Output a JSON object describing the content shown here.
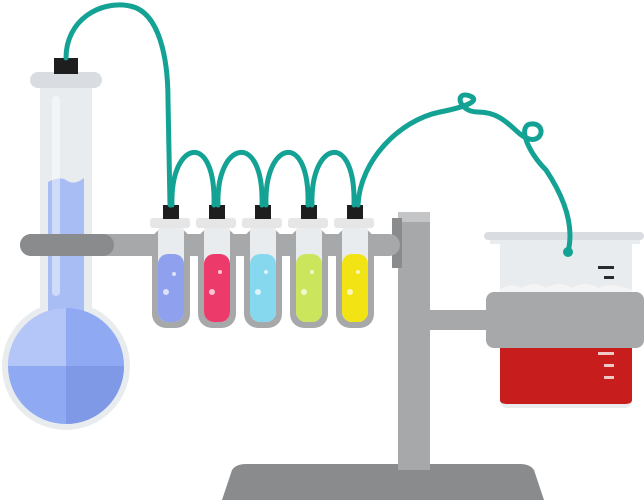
{
  "illustration": {
    "subject_icons": [
      "round-bottom-flask-icon",
      "test-tube-icon",
      "beaker-icon",
      "lab-stand-icon",
      "tubing-icon"
    ],
    "colors": {
      "background": "#ffffff",
      "stand_dark": "#8a8b8d",
      "stand_mid": "#a7a8aa",
      "stand_light": "#c4c5c7",
      "glass": "#e9ecef",
      "glass_edge": "#c9ced3",
      "stopper": "#1e1e1e",
      "tube_cap": "#e6e6e6",
      "tubing": "#13a294",
      "flask_liquid": "#8fa9f2",
      "flask_liquid_light": "#b9ccf7",
      "beaker_liquid": "#c81d1d",
      "beaker_foam": "#f4f4f4"
    },
    "test_tubes": [
      {
        "name": "test-tube-blue",
        "liquid_color": "#8fa0ee"
      },
      {
        "name": "test-tube-pink",
        "liquid_color": "#ec3b6a"
      },
      {
        "name": "test-tube-cyan",
        "liquid_color": "#86d8ef"
      },
      {
        "name": "test-tube-lime",
        "liquid_color": "#cbe65c"
      },
      {
        "name": "test-tube-yellow",
        "liquid_color": "#f2e414"
      }
    ]
  }
}
